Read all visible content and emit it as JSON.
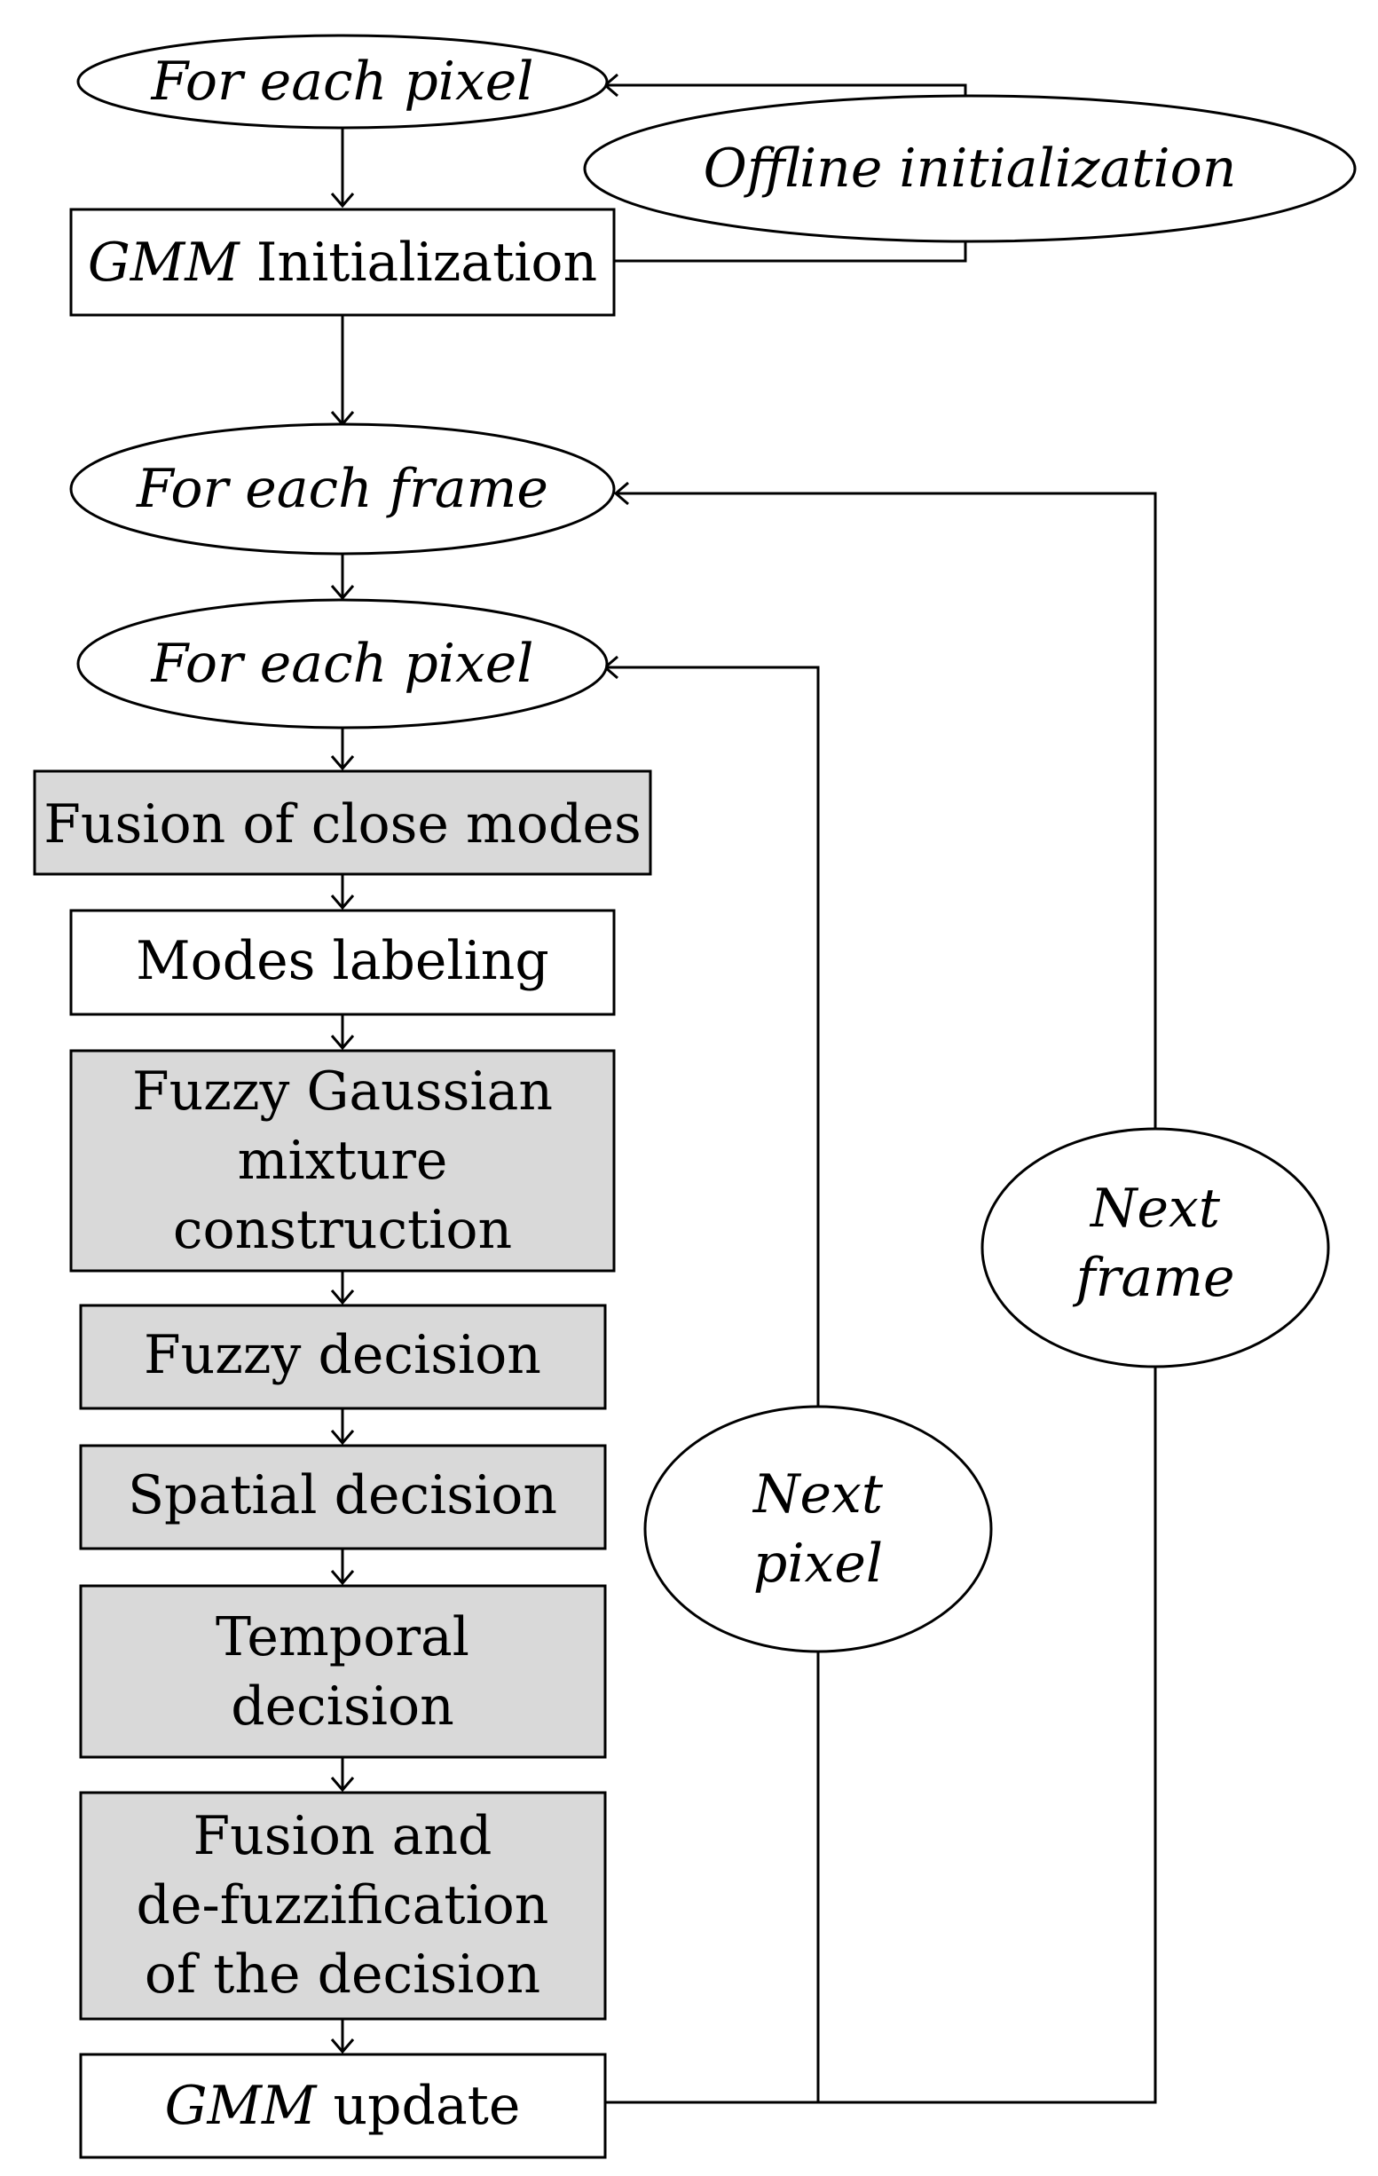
{
  "diagram": {
    "start": {
      "pixel_loop": "For each pixel",
      "offline": "Offline initialization"
    },
    "init": {
      "gmm": "GMM",
      "rest": " Initialization"
    },
    "frame_loop": "For each frame",
    "pixel_loop": "For each pixel",
    "steps": {
      "fusion_close_modes": "Fusion of close modes",
      "modes_labeling": "Modes labeling",
      "fgm_line1": "Fuzzy Gaussian",
      "fgm_line2": "mixture",
      "fgm_line3": "construction",
      "fuzzy_decision": "Fuzzy decision",
      "spatial_decision": "Spatial decision",
      "temporal_line1": "Temporal",
      "temporal_line2": "decision",
      "defuzz_line1": "Fusion and",
      "defuzz_line2": "de-fuzzification",
      "defuzz_line3": "of the decision"
    },
    "update": {
      "gmm": "GMM",
      "rest": " update"
    },
    "next_pixel": {
      "line1": "Next",
      "line2": "pixel"
    },
    "next_frame": {
      "line1": "Next",
      "line2": "frame"
    }
  },
  "colors": {
    "shaded_box": "#d9d9d9",
    "plain_box": "#ffffff",
    "stroke": "#000000"
  }
}
